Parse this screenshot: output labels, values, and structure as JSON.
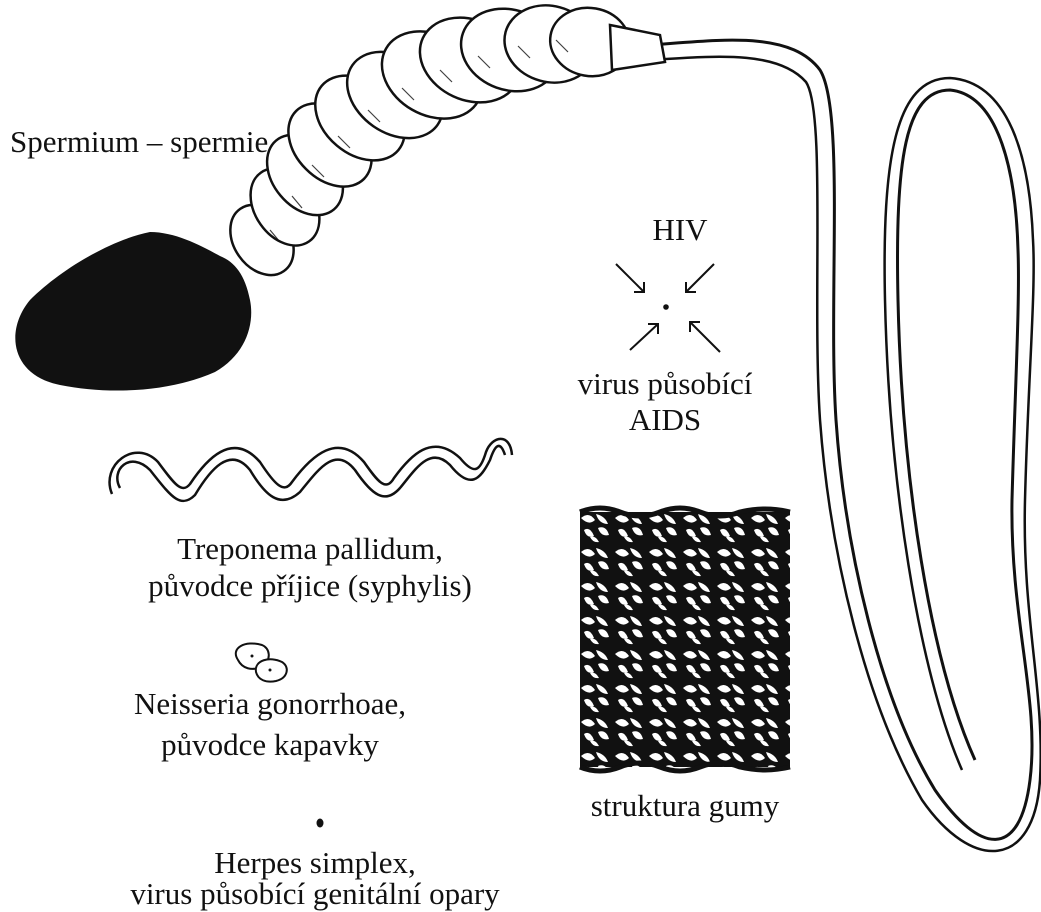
{
  "colors": {
    "ink": "#111111",
    "paper": "#ffffff"
  },
  "labels": {
    "sperm": "Spermium – spermie",
    "hiv_title": "HIV",
    "hiv_line1": "virus působící",
    "hiv_line2": "AIDS",
    "treponema_line1": "Treponema pallidum,",
    "treponema_line2": "původce příjice (syphylis)",
    "neisseria_line1": "Neisseria gonorrhoae,",
    "neisseria_line2": "původce kapavky",
    "rubber": "struktura gumy",
    "herpes_line1": "Herpes simplex,",
    "herpes_line2": "virus působící genitální opary"
  },
  "icons": {
    "sperm": "sperm-drawing-icon",
    "hiv": "hiv-virus-dot-icon",
    "treponema": "spiral-bacterium-icon",
    "neisseria": "diplococcus-icon",
    "rubber": "rubber-texture-icon",
    "herpes": "herpes-virus-dot-icon"
  }
}
